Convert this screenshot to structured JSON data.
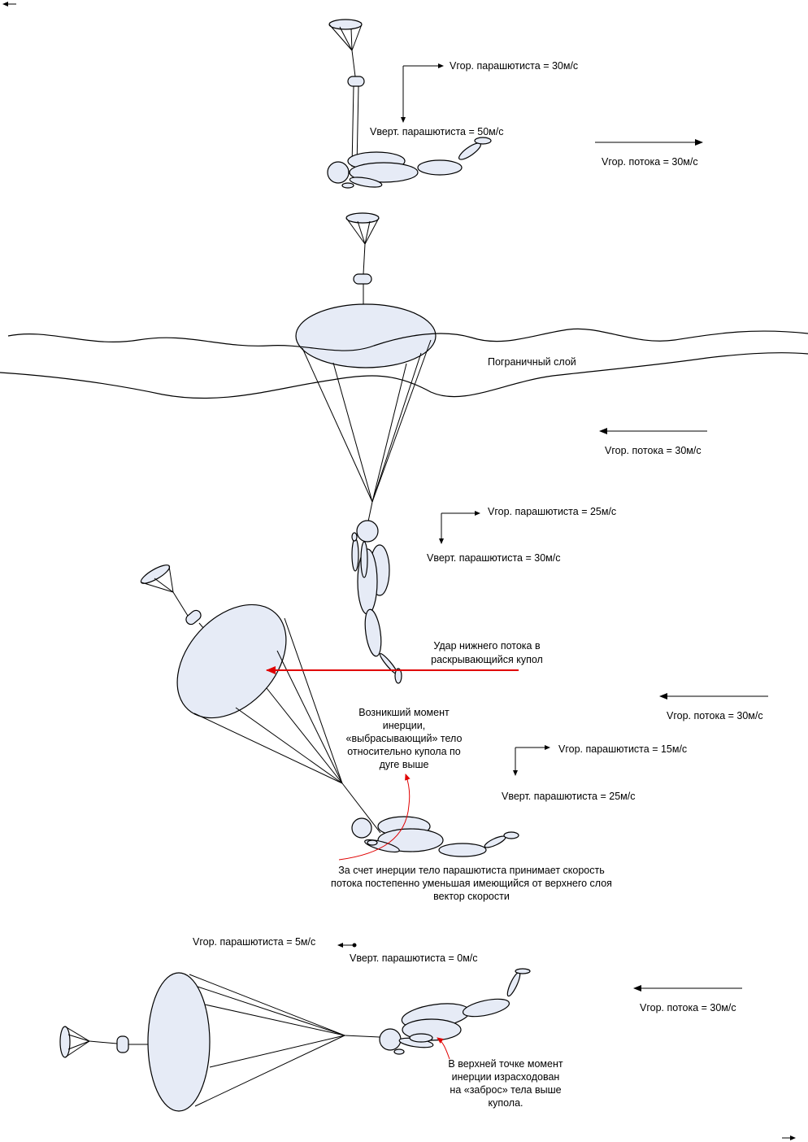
{
  "labels": {
    "s1_v_hor_para": "Vгор. парашютиста = 30м/с",
    "s1_v_vert_para": "Vверт. парашютиста = 50м/с",
    "s1_v_hor_flow": "Vгор. потока = 30м/с",
    "boundary_layer": "Пограничный слой",
    "s2_v_hor_flow": "Vгор. потока = 30м/с",
    "s2_v_hor_para": "Vгор. парашютиста = 25м/с",
    "s2_v_vert_para": "Vверт. парашютиста = 30м/с",
    "impact_line1": "Удар нижнего потока в",
    "impact_line2": "раскрывающийся купол",
    "s3_v_hor_flow": "Vгор. потока = 30м/с",
    "moment_line1": "Возникший момент",
    "moment_line2": "инерции,",
    "moment_line3": "«выбрасывающий» тело",
    "moment_line4": "относительно купола по",
    "moment_line5": "дуге выше",
    "s3_v_hor_para": "Vгор. парашютиста = 15м/с",
    "s3_v_vert_para": "Vверт. парашютиста = 25м/с",
    "inertia_line1": "За счет инерции тело парашютиста принимает скорость",
    "inertia_line2": "потока постепенно уменьшая имеющийся от верхнего слоя",
    "inertia_line3": "вектор скорости",
    "s4_v_hor_para": "Vгор. парашютиста = 5м/с",
    "s4_v_vert_para": "Vверт. парашютиста = 0м/с",
    "s4_v_hor_flow": "Vгор. потока = 30м/с",
    "top_line1": "В верхней точке момент",
    "top_line2": "инерции израсходован",
    "top_line3": "на «заброс» тела выше",
    "top_line4": "купола."
  },
  "colors": {
    "body_fill": "#e6ebf6",
    "impact_arrow": "#e00000",
    "line": "#000000"
  }
}
